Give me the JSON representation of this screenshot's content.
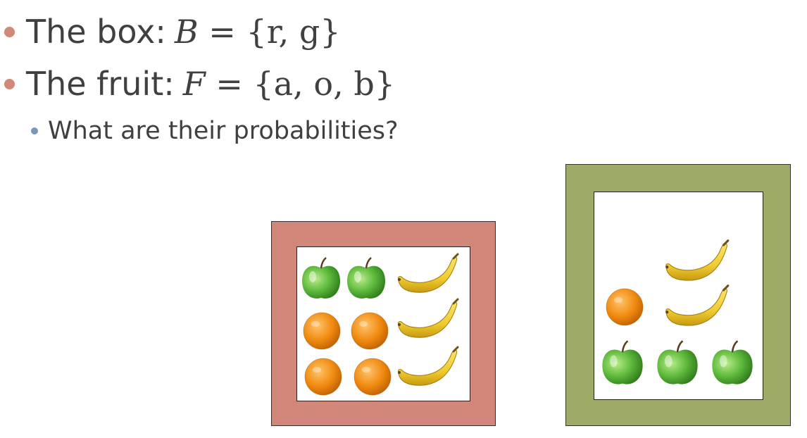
{
  "bullets": [
    {
      "label": "The box:",
      "math_var": "B",
      "math_eq": "=",
      "math_set": "{r, g}"
    },
    {
      "label": "The fruit:",
      "math_var": "F",
      "math_eq": "=",
      "math_set": "{a, o, b}"
    }
  ],
  "sub_bullet": "What are their probabilities?",
  "colors": {
    "red_box": "#d0877a",
    "green_box": "#9eaa68",
    "apple": "#5cb83a",
    "orange": "#f08a10",
    "banana": "#f0cc30",
    "bullet_primary": "#d08878",
    "bullet_secondary": "#7a96b8"
  },
  "boxes": [
    {
      "name": "red-box",
      "contents": {
        "apple": 2,
        "orange": 4,
        "banana": 3
      }
    },
    {
      "name": "green-box",
      "contents": {
        "apple": 3,
        "orange": 1,
        "banana": 2
      }
    }
  ],
  "icons": [
    "apple-icon",
    "orange-icon",
    "banana-icon"
  ]
}
